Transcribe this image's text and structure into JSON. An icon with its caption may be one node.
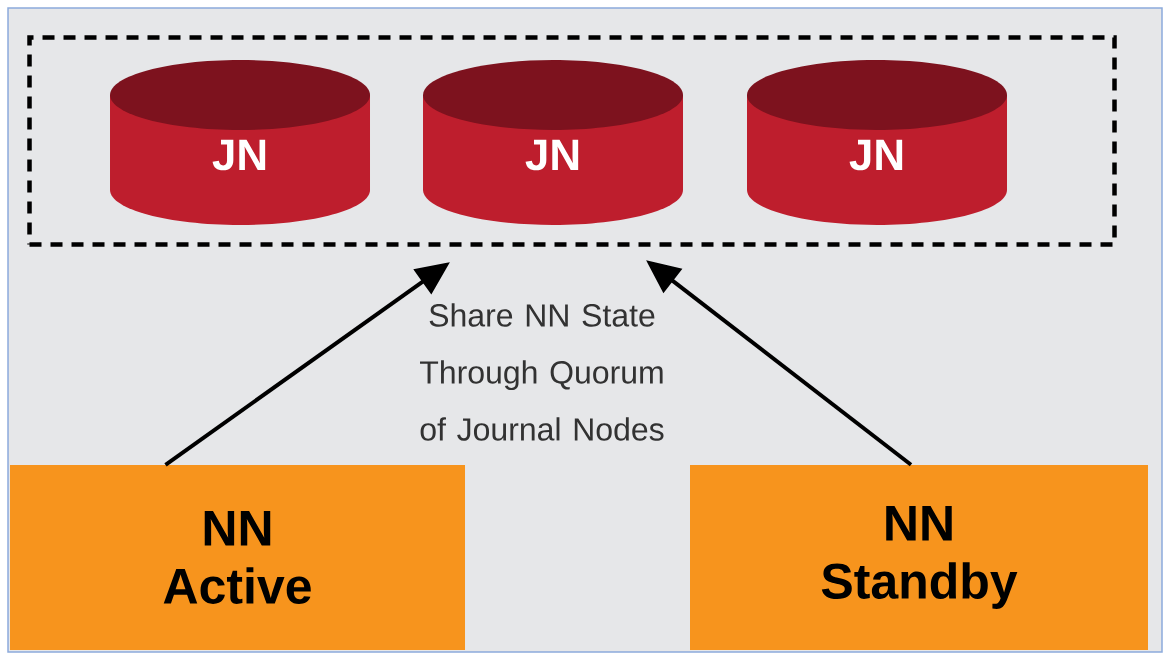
{
  "diagram": {
    "nodes": [
      {
        "text": [],
        "shape": "box"
      },
      {
        "text": [
          "JN"
        ],
        "in": 0
      },
      {
        "text": [
          "JN"
        ],
        "in": 0
      },
      {
        "text": [
          "JN"
        ],
        "in": 0
      },
      {
        "text": [
          "NN Active"
        ]
      },
      {
        "text": [
          "NN Standby"
        ]
      }
    ],
    "edges": [
      {
        "from": 4,
        "to": 2,
        "arrow": "to"
      },
      {
        "from": 5,
        "to": 2,
        "arrow": "to"
      }
    ],
    "labels": [
      "Share NN State Through Quorum of Journal Nodes"
    ]
  }
}
